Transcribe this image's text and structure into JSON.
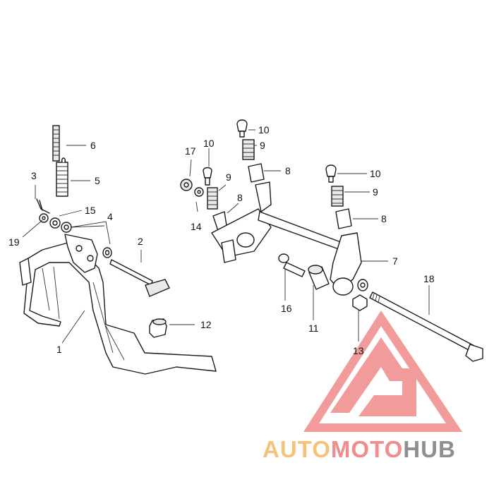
{
  "diagram": {
    "callouts": [
      {
        "id": "c1",
        "label": "1"
      },
      {
        "id": "c2",
        "label": "2"
      },
      {
        "id": "c3",
        "label": "3"
      },
      {
        "id": "c4",
        "label": "4"
      },
      {
        "id": "c5",
        "label": "5"
      },
      {
        "id": "c6",
        "label": "6"
      },
      {
        "id": "c7",
        "label": "7"
      },
      {
        "id": "c8a",
        "label": "8"
      },
      {
        "id": "c8b",
        "label": "8"
      },
      {
        "id": "c8c",
        "label": "8"
      },
      {
        "id": "c9a",
        "label": "9"
      },
      {
        "id": "c9b",
        "label": "9"
      },
      {
        "id": "c9c",
        "label": "9"
      },
      {
        "id": "c10a",
        "label": "10"
      },
      {
        "id": "c10b",
        "label": "10"
      },
      {
        "id": "c10c",
        "label": "10"
      },
      {
        "id": "c11",
        "label": "11"
      },
      {
        "id": "c12",
        "label": "12"
      },
      {
        "id": "c13",
        "label": "13"
      },
      {
        "id": "c14",
        "label": "14"
      },
      {
        "id": "c15",
        "label": "15"
      },
      {
        "id": "c16",
        "label": "16"
      },
      {
        "id": "c17",
        "label": "17"
      },
      {
        "id": "c18",
        "label": "18"
      },
      {
        "id": "c19",
        "label": "19"
      }
    ]
  },
  "watermark": {
    "brand_parts": [
      "AUTO",
      "MOTO",
      "HUB"
    ],
    "colors": {
      "auto": "#f6c27a",
      "moto": "#f28b8b",
      "hub": "#8f8f8f",
      "logo": "#f08a8a"
    }
  }
}
